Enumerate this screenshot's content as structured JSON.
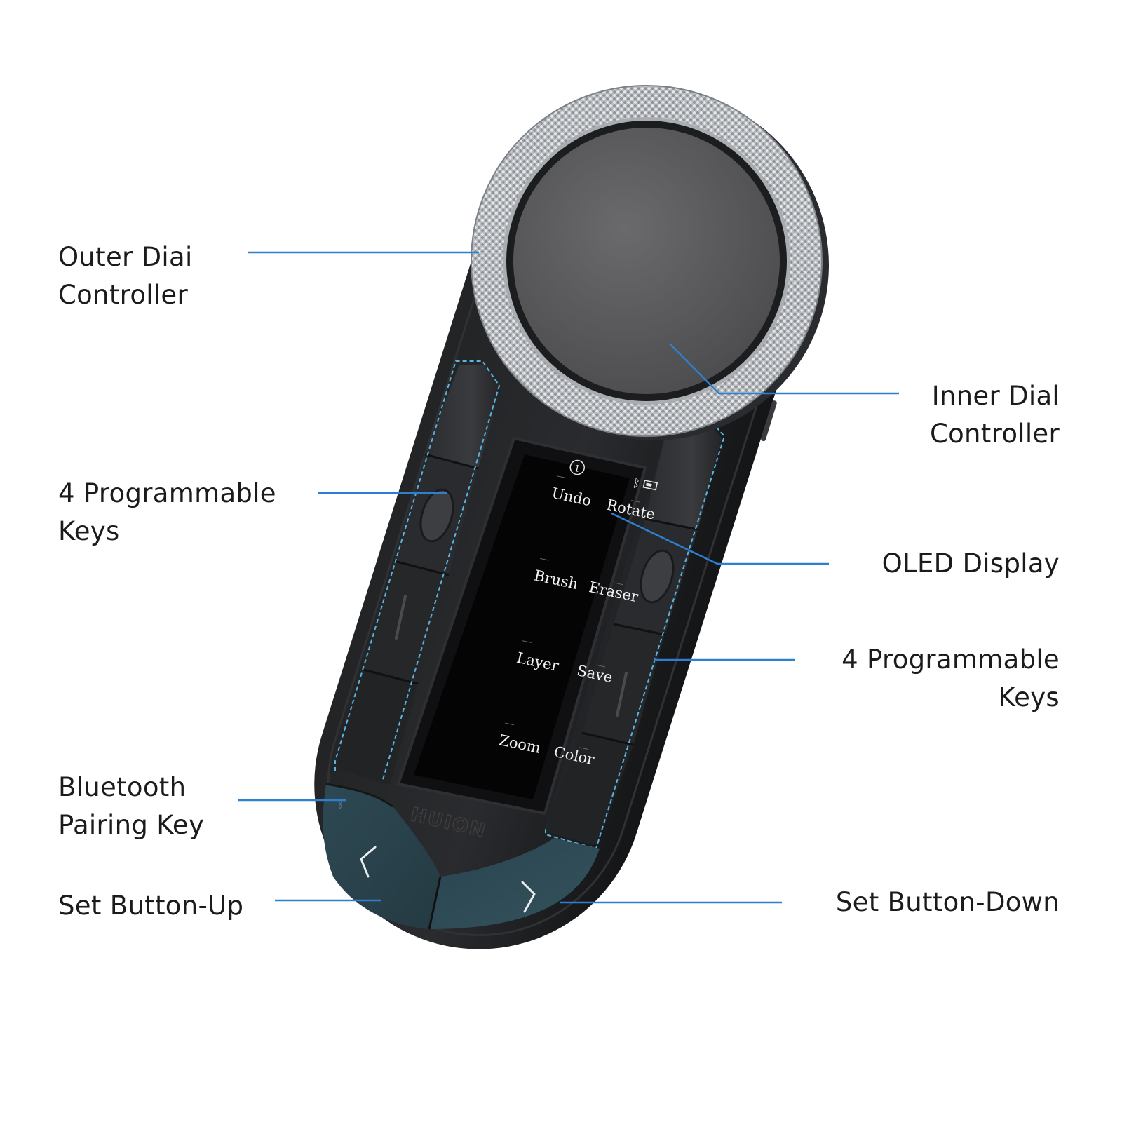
{
  "callouts": {
    "outer_dial": {
      "line1": "Outer Diai",
      "line2": "Controller"
    },
    "inner_dial": {
      "line1": "Inner Dial",
      "line2": "Controller"
    },
    "left_keys": {
      "line1": "4 Programmable",
      "line2": "Keys"
    },
    "oled": {
      "line1": "OLED Display"
    },
    "right_keys": {
      "line1": "4 Programmable",
      "line2": "Keys"
    },
    "bluetooth": {
      "line1": "Bluetooth",
      "line2": "Pairing Key"
    },
    "set_up": {
      "line1": "Set Button-Up"
    },
    "set_down": {
      "line1": "Set Button-Down"
    }
  },
  "oled_screen": {
    "page_indicator": "1",
    "keys": [
      "Undo",
      "Rotate",
      "Brush",
      "Eraser",
      "Layer",
      "Save",
      "Zoom",
      "Color"
    ]
  },
  "brand": "HUION",
  "colors": {
    "leader_line": "#2f7fd1",
    "key_outline": "#5ab4e0",
    "body": "#1c1d1f",
    "set_buttons": "#2c4652"
  }
}
